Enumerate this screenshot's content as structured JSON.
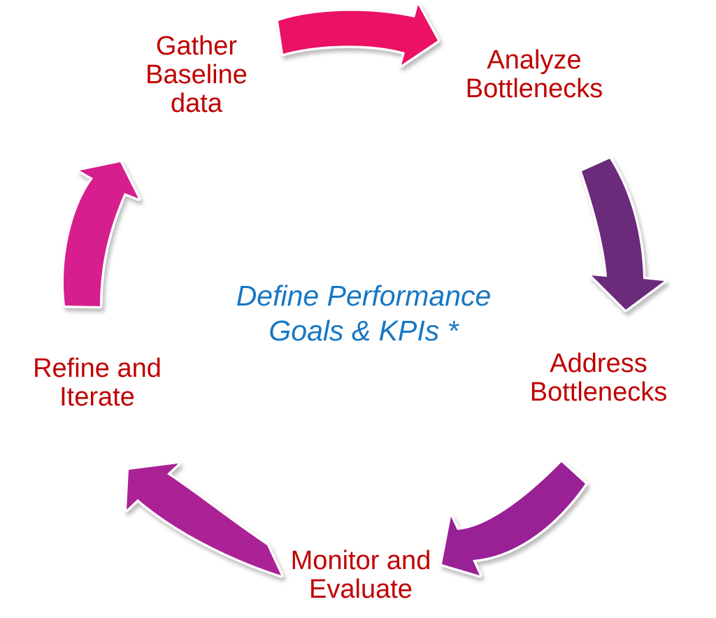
{
  "diagram": {
    "title_hint": "performance optimization cycle",
    "label_color": "#C00000",
    "center": {
      "label": "Define Performance\nGoals & KPIs *",
      "color": "#1777C4"
    },
    "steps": [
      {
        "id": "gather",
        "label": "Gather\nBaseline\ndata"
      },
      {
        "id": "analyze",
        "label": "Analyze\nBottlenecks"
      },
      {
        "id": "address",
        "label": "Address\nBottlenecks"
      },
      {
        "id": "monitor",
        "label": "Monitor and\nEvaluate"
      },
      {
        "id": "refine",
        "label": "Refine and\nIterate"
      }
    ],
    "arrows": [
      {
        "name": "arrow-gather-to-analyze",
        "icon": "curved-arrow-right-icon",
        "color": "#EB1164"
      },
      {
        "name": "arrow-analyze-to-address",
        "icon": "curved-arrow-down-icon",
        "color": "#6B2A7A"
      },
      {
        "name": "arrow-address-to-monitor",
        "icon": "curved-arrow-down-left-icon",
        "color": "#992095"
      },
      {
        "name": "arrow-monitor-to-refine",
        "icon": "curved-arrow-up-left-icon",
        "color": "#AB2296"
      },
      {
        "name": "arrow-refine-to-gather",
        "icon": "curved-arrow-up-icon",
        "color": "#D61E8E"
      }
    ]
  }
}
